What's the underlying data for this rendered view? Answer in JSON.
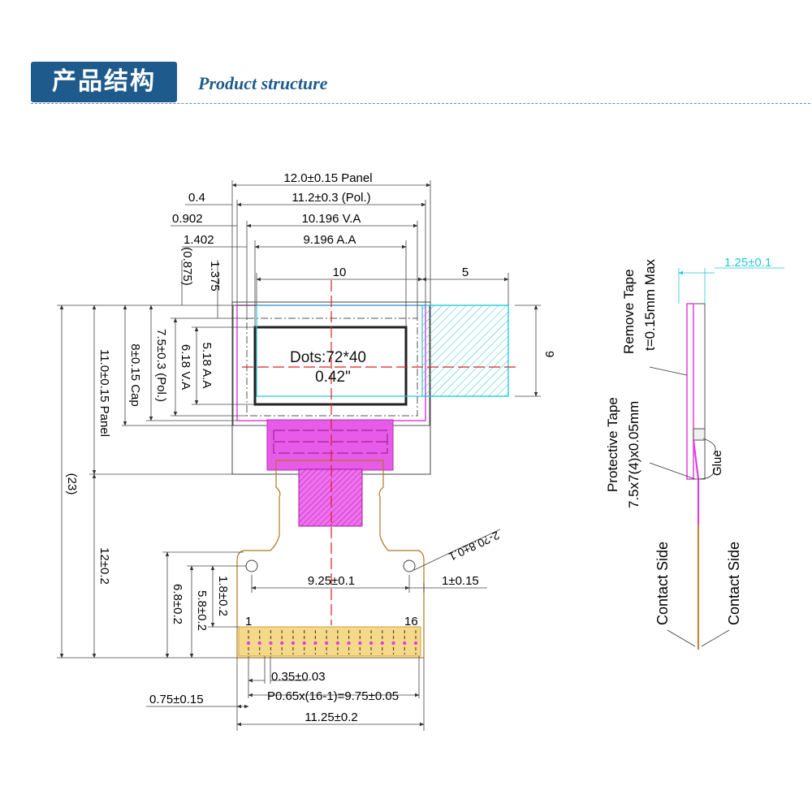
{
  "header": {
    "title_cn": "产品结构",
    "title_en": "Product structure"
  },
  "dims": {
    "panel_w": "12.0±0.15 Panel",
    "pol_w": "11.2±0.3 (Pol.)",
    "va_w": "10.196 V.A",
    "aa_w": "9.196 A.A",
    "d_04": "0.4",
    "d_0902": "0.902",
    "d_1402": "1.402",
    "d_0875": "(0.875)",
    "d_1375": "1.375",
    "d_10": "10",
    "d_5": "5",
    "d_9": "9",
    "panel_h": "11.0±0.15 Panel",
    "cap_h": "8±0.15 Cap",
    "pol_h": "7.5±0.3 (Pol.)",
    "va_h": "6.18 V.A",
    "aa_h": "5.18 A.A",
    "total_h": "(23)",
    "fpc_h": "12±0.2",
    "d_68": "6.8±0.2",
    "d_58": "5.8±0.2",
    "d_18": "1.8±0.2",
    "hole_span": "9.25±0.1",
    "hole_note": "2-?0.8±0.1",
    "d_1": "1±0.15",
    "pin_1": "1",
    "pin_16": "16",
    "pad_w": "0.35±0.03",
    "pitch": "P0.65x(16-1)=9.75±0.05",
    "edge": "0.75±0.15",
    "fpc_w": "11.25±0.2"
  },
  "display": {
    "dots": "Dots:72*40",
    "size": "0.42\""
  },
  "side": {
    "thick": "1.25±0.1",
    "remove_tape_1": "Remove Tape",
    "remove_tape_2": "t=0.15mm Max",
    "prot_tape_1": "Protective Tape",
    "prot_tape_2": "7.5x7(4)x0.05mm",
    "glue": "Glue",
    "contact_left": "Contact Side",
    "contact_right": "Contact Side"
  },
  "colors": {
    "outline": "#333333",
    "magenta": "#e040e0",
    "cyan": "#22c8d8",
    "red": "#e02020",
    "gold": "#f5d98a",
    "header_blue": "#1e5b8c"
  }
}
